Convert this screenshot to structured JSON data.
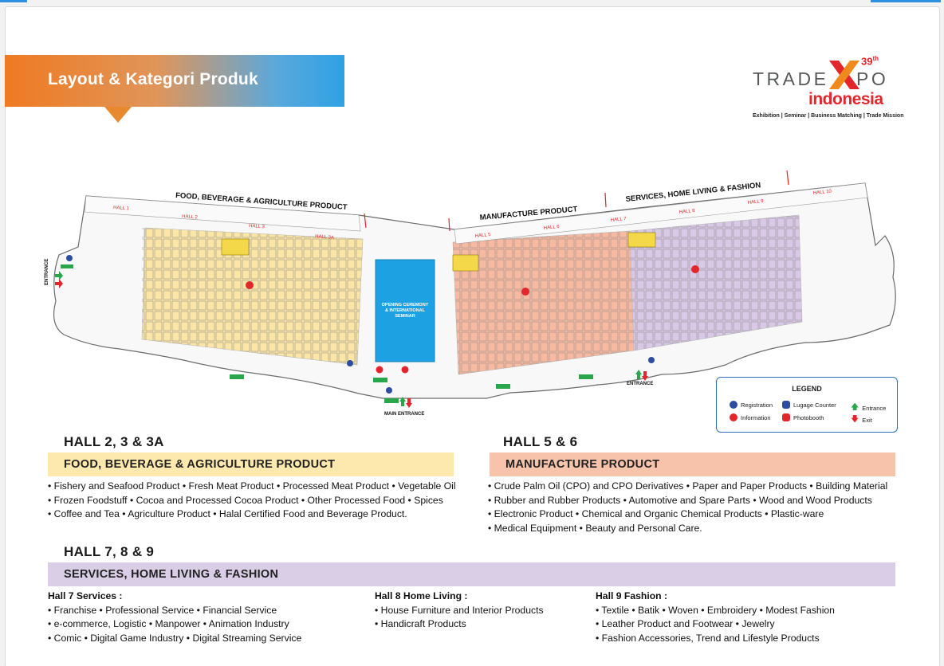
{
  "header": {
    "title": "Layout & Kategori Produk"
  },
  "logo": {
    "word_left": "TRADE",
    "word_right": "PO",
    "edition": "39",
    "edition_suffix": "th",
    "country": "indonesia",
    "tagline": "Exhibition | Seminar | Business Matching | Trade Mission"
  },
  "map": {
    "zone_fba": "FOOD, BEVERAGE & AGRICULTURE PRODUCT",
    "zone_manufacture": "MANUFACTURE PRODUCT",
    "zone_services": "SERVICES, HOME LIVING & FASHION",
    "halls": [
      "HALL 1",
      "HALL 2",
      "HALL 3",
      "HALL 3A",
      "HALL 5",
      "HALL 6",
      "HALL 7",
      "HALL 8",
      "HALL 9",
      "HALL 10"
    ],
    "center_line1": "OPENING CEREMONY",
    "center_line2": "& INTERNATIONAL",
    "center_line3": "SEMINAR",
    "entrance_left": "ENTRANCE",
    "entrance_right": "ENTRANCE",
    "main_entrance": "MAIN ENTRANCE",
    "colors": {
      "fba": "#fbe6a6",
      "manufacture": "#f7b9a0",
      "services": "#d9c8e6",
      "center": "#1da1e2"
    }
  },
  "legend": {
    "title": "LEGEND",
    "registration": "Registration",
    "information": "Information",
    "luggage": "Lugage Counter",
    "photobooth": "Photobooth",
    "entrance": "Entrance",
    "exit": "Exit"
  },
  "sections": {
    "s1": {
      "heading": "HALL 2, 3 & 3A",
      "category": "FOOD, BEVERAGE & AGRICULTURE PRODUCT",
      "color": "#fde9ad",
      "lines": [
        "• Fishery and Seafood Product • Fresh Meat Product • Processed Meat Product • Vegetable Oil",
        "• Frozen Foodstuff  • Cocoa and Processed Cocoa Product • Other Processed Food • Spices",
        "• Coffee and Tea • Agriculture Product • Halal Certified Food and Beverage Product."
      ]
    },
    "s2": {
      "heading": "HALL 5 & 6",
      "category": "MANUFACTURE PRODUCT",
      "color": "#f8c3ab",
      "lines": [
        "• Crude Palm Oil (CPO) and CPO Derivatives • Paper and Paper Products • Building Material",
        "• Rubber and Rubber Products • Automotive and Spare Parts • Wood and Wood Products",
        "• Electronic Product • Chemical and Organic Chemical Products • Plastic-ware",
        "• Medical Equipment • Beauty and Personal Care."
      ]
    },
    "s3": {
      "heading": "HALL 7, 8 & 9",
      "category": "SERVICES, HOME LIVING & FASHION",
      "color": "#dacde6",
      "col1": {
        "title": "Hall 7 Services :",
        "lines": [
          "• Franchise • Professional Service • Financial Service",
          "• e-commerce, Logistic • Manpower • Animation Industry",
          "• Comic • Digital Game Industry • Digital Streaming Service"
        ]
      },
      "col2": {
        "title": "Hall 8 Home Living :",
        "lines": [
          "• House Furniture and Interior Products",
          "• Handicraft Products"
        ]
      },
      "col3": {
        "title": "Hall 9 Fashion :",
        "lines": [
          "• Textile • Batik • Woven • Embroidery • Modest Fashion",
          "• Leather Product and Footwear • Jewelry",
          "• Fashion Accessories, Trend and Lifestyle Products"
        ]
      }
    }
  }
}
